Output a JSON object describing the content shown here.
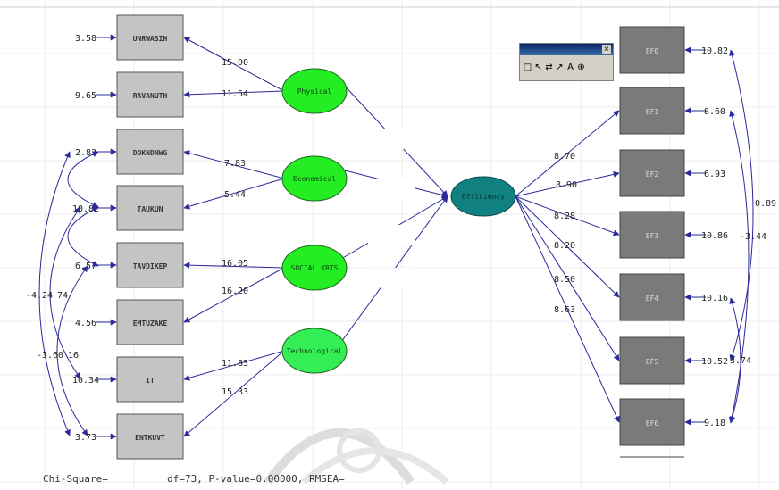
{
  "colors": {
    "box_left": "#c4c4c4",
    "box_right": "#7a7a7a",
    "latent_ellipse": "#22ee22",
    "latent_center": "#118080",
    "arrow": "#2a2a9a",
    "grid": "#eeeeee"
  },
  "left_indicators": [
    {
      "label": "UNRWASIH",
      "error": "3.58"
    },
    {
      "label": "RAVANUTH",
      "error": "9.65"
    },
    {
      "label": "DOKNDNWG",
      "error": "2.83"
    },
    {
      "label": "TAUKUN",
      "error": "10.82"
    },
    {
      "label": "TAVDIKEP",
      "error": "6.57"
    },
    {
      "label": "EMTUZAKE",
      "error": "4.56"
    },
    {
      "label": "IT",
      "error": "10.34"
    },
    {
      "label": "ENTKUVT",
      "error": "3.73"
    }
  ],
  "latent_exogenous": [
    "Physical",
    "Economical",
    "SOCIAL KBTS",
    "Technological"
  ],
  "latent_endogenous": "Efficiency",
  "left_loadings": [
    "15.00",
    "11.54",
    "7.83",
    "5.44",
    "16.05",
    "16.20",
    "11.83",
    "15.33"
  ],
  "right_loadings": [
    "8.70",
    "8.90",
    "8.28",
    "8.20",
    "8.50",
    "8.63"
  ],
  "right_indicators": [
    {
      "label": "EF0",
      "error": "10.82"
    },
    {
      "label": "EF1",
      "error": "8.60"
    },
    {
      "label": "EF2",
      "error": "6.93"
    },
    {
      "label": "EF3",
      "error": "10.86"
    },
    {
      "label": "EF4",
      "error": "10.16"
    },
    {
      "label": "EF5",
      "error": "10.52"
    },
    {
      "label": "EF6",
      "error": "9.18"
    }
  ],
  "left_covariances": [
    "-4.24",
    "-3.60",
    "16",
    "74"
  ],
  "right_covariances": [
    "0.89",
    "-3.44",
    "3.74"
  ],
  "toolbar": {
    "tools": [
      {
        "icon": "select-box-icon",
        "glyph": "□"
      },
      {
        "icon": "pointer-icon",
        "glyph": "↖"
      },
      {
        "icon": "move-icon",
        "glyph": "⇄"
      },
      {
        "icon": "arrow-tool-icon",
        "glyph": "↗"
      },
      {
        "icon": "text-tool-icon",
        "glyph": "A"
      },
      {
        "icon": "zoom-icon",
        "glyph": "⊕"
      }
    ],
    "close_glyph": "×"
  },
  "footer": {
    "chi_square": "Chi-Square=",
    "df": "df=73,",
    "p_value": "P-value=0.00000,",
    "rmsea": "RMSEA="
  }
}
